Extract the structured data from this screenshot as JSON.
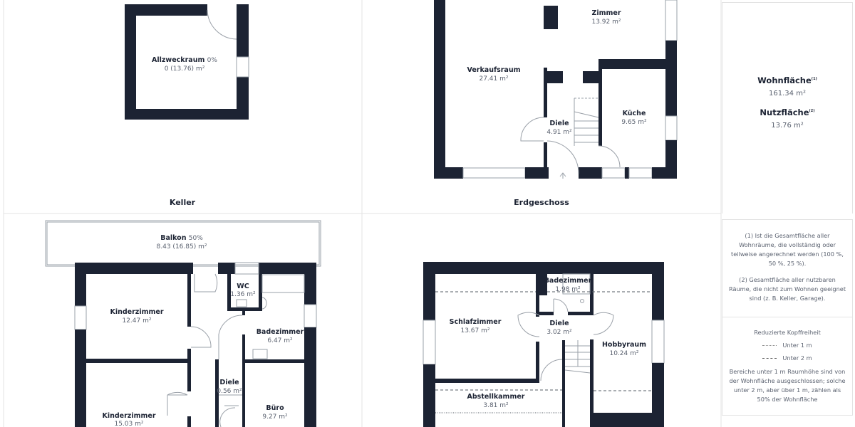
{
  "floors": {
    "keller": {
      "label": "Keller",
      "rooms": [
        {
          "name": "Allzweckraum",
          "pct": "0%",
          "area": "0 (13.76) m²"
        }
      ]
    },
    "erdgeschoss": {
      "label": "Erdgeschoss",
      "rooms": [
        {
          "name": "Zimmer",
          "area": "13.92 m²"
        },
        {
          "name": "Verkaufsraum",
          "area": "27.41 m²"
        },
        {
          "name": "Diele",
          "area": "4.91 m²"
        },
        {
          "name": "Küche",
          "area": "9.65 m²"
        }
      ]
    },
    "obergeschoss": {
      "rooms": [
        {
          "name": "Balkon",
          "pct": "50%",
          "area": "8.43 (16.85) m²"
        },
        {
          "name": "WC",
          "area": "1.36 m²"
        },
        {
          "name": "Kinderzimmer",
          "area": "12.47 m²"
        },
        {
          "name": "Badezimmer",
          "area": "6.47 m²"
        },
        {
          "name": "Diele",
          "area": "0.56 m²"
        },
        {
          "name": "Kinderzimmer",
          "area": "15.03 m²"
        },
        {
          "name": "Büro",
          "area": "9.27 m²"
        }
      ]
    },
    "dachgeschoss": {
      "rooms": [
        {
          "name": "Badezimmer",
          "area": "1.98 m²"
        },
        {
          "name": "Schlafzimmer",
          "area": "13.67 m²"
        },
        {
          "name": "Diele",
          "area": "3.02 m²"
        },
        {
          "name": "Hobbyraum",
          "area": "10.24 m²"
        },
        {
          "name": "Abstellkammer",
          "area": "3.81 m²"
        }
      ]
    }
  },
  "summary": {
    "wohnflaeche_label": "Wohnfläche",
    "wohnflaeche_sup": "(1)",
    "wohnflaeche_value": "161.34 m²",
    "nutzflaeche_label": "Nutzfläche",
    "nutzflaeche_sup": "(2)",
    "nutzflaeche_value": "13.76 m²"
  },
  "notes": {
    "note1": "(1) Ist die Gesamtfläche aller Wohnräume, die vollständig oder teilweise angerechnet werden (100 %, 50 %, 25 %).",
    "note2": "(2) Gesamtfläche aller nutzbaren Räume, die nicht zum Wohnen geeignet sind (z. B. Keller, Garage)."
  },
  "legend": {
    "title": "Reduzierte Kopffreiheit",
    "under1": "Unter 1 m",
    "under2": "Unter 2 m",
    "text": "Bereiche unter 1 m Raumhöhe sind von der Wohnfläche ausgeschlossen; solche unter 2 m, aber über 1 m, zählen als 50% der Wohnfläche"
  },
  "colors": {
    "wall": "#1c2333",
    "text_muted": "#5b6270"
  }
}
